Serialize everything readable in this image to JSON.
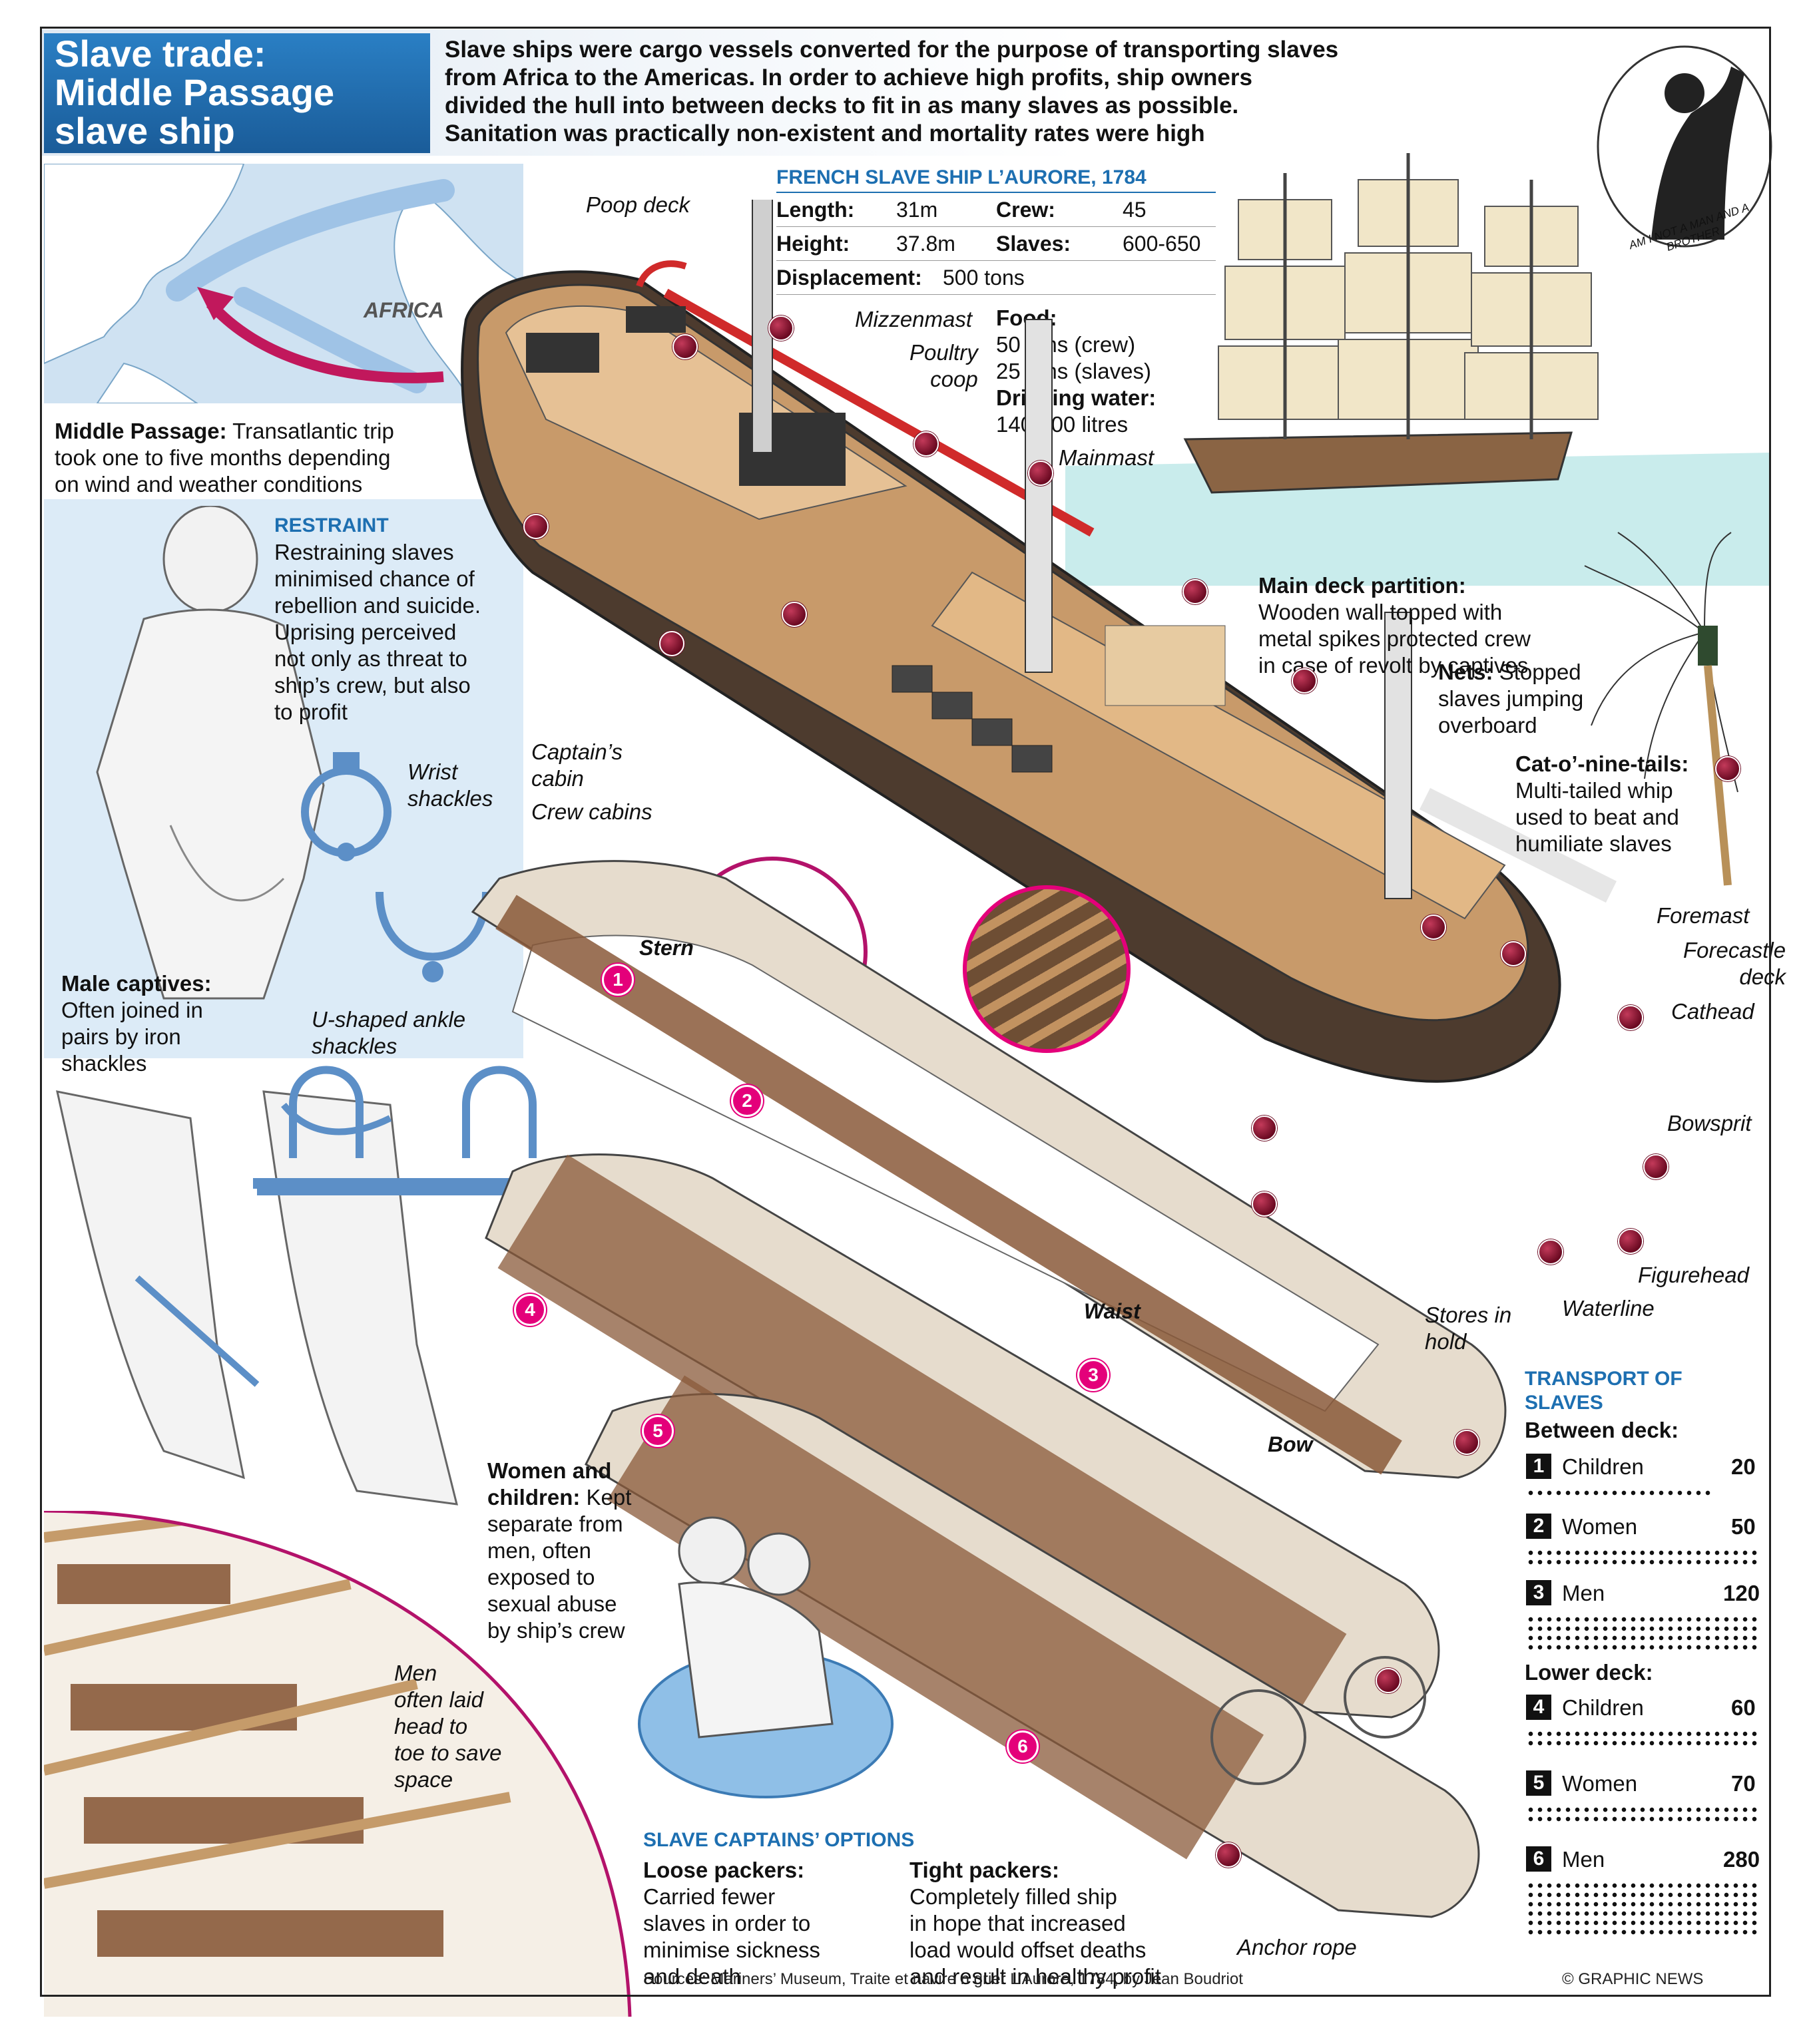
{
  "header": {
    "title_lines": [
      "Slave trade:",
      "Middle Passage",
      "slave ship"
    ],
    "intro_lines": [
      "Slave ships were cargo vessels converted for the purpose of transporting slaves",
      "from Africa to the Americas. In order to achieve high profits, ship owners",
      "divided the hull into between decks to fit in as many slaves as possible.",
      "Sanitation was practically non-existent and mortality rates were high"
    ]
  },
  "map": {
    "label": "AFRICA",
    "caption_title": "Middle Passage:",
    "caption_lines": [
      "Transatlantic trip",
      "took one to five months depending",
      "on wind and weather conditions"
    ]
  },
  "specs": {
    "heading": "FRENCH SLAVE SHIP L’AURORE, 1784",
    "length_label": "Length:",
    "length_value": "31m",
    "crew_label": "Crew:",
    "crew_value": "45",
    "height_label": "Height:",
    "height_value": "37.8m",
    "slaves_label": "Slaves:",
    "slaves_value": "600-650",
    "displacement_label": "Displacement:",
    "displacement_value": "500 tons",
    "food_label": "Food:",
    "food_lines": [
      "50 tons (crew)",
      "25 tons (slaves)"
    ],
    "water_label": "Drinking water:",
    "water_value": "140,000 litres"
  },
  "medallion_text": "AM I NOT A MAN AND A BROTHER",
  "restraint": {
    "heading": "RESTRAINT",
    "lines": [
      "Restraining slaves",
      "minimised chance of",
      "rebellion and suicide.",
      "Uprising perceived",
      "not only as threat to",
      "ship’s crew, but also",
      "to profit"
    ],
    "wrist_lines": [
      "Wrist",
      "shackles"
    ],
    "ankle_lines": [
      "U-shaped ankle",
      "shackles"
    ],
    "male_title": "Male captives:",
    "male_lines": [
      "Often joined in",
      "pairs by iron",
      "shackles"
    ]
  },
  "ship_labels": {
    "poop_deck": "Poop deck",
    "mizzenmast": "Mizzenmast",
    "poultry_lines": [
      "Poultry",
      "coop"
    ],
    "mainmast": "Mainmast",
    "captains_lines": [
      "Captain’s",
      "cabin"
    ],
    "crew_cabins": "Crew cabins",
    "foremast": "Foremast",
    "forecastle_lines": [
      "Forecastle",
      "deck"
    ],
    "cathead": "Cathead",
    "bowsprit": "Bowsprit",
    "figurehead": "Figurehead",
    "waterline": "Waterline",
    "stores_lines": [
      "Stores in",
      "hold"
    ],
    "anchor_rope": "Anchor rope"
  },
  "partition": {
    "title": "Main deck partition:",
    "lines": [
      "Wooden wall topped with",
      "metal spikes protected crew",
      "in case of revolt by captives"
    ]
  },
  "nets": {
    "title": "Nets:",
    "first": "Stopped",
    "lines": [
      "slaves jumping",
      "overboard"
    ]
  },
  "cat": {
    "title": "Cat-o’-nine-tails:",
    "lines": [
      "Multi-tailed whip",
      "used to beat and",
      "humiliate slaves"
    ]
  },
  "deck_labels": {
    "stern": "Stern",
    "waist": "Waist",
    "bow": "Bow"
  },
  "deck_numbers": [
    "1",
    "2",
    "3",
    "4",
    "5",
    "6"
  ],
  "women": {
    "title": "Women and",
    "title2": "children:",
    "first": "Kept",
    "lines": [
      "separate from",
      "men, often",
      "exposed to",
      "sexual abuse",
      "by ship’s crew"
    ]
  },
  "men_note_lines": [
    "Men",
    "often laid",
    "head to",
    "toe to save",
    "space"
  ],
  "options": {
    "heading": "SLAVE CAPTAINS’ OPTIONS",
    "loose_title": "Loose packers:",
    "loose_lines": [
      "Carried fewer",
      "slaves in order to",
      "minimise sickness",
      "and death"
    ],
    "tight_title": "Tight packers:",
    "tight_lines": [
      "Completely filled ship",
      "in hope that increased",
      "load would offset deaths",
      "and result in healthy profit"
    ]
  },
  "transport": {
    "heading_lines": [
      "TRANSPORT OF",
      "SLAVES"
    ],
    "between_label": "Between deck:",
    "lower_label": "Lower deck:",
    "rows": [
      {
        "num": "1",
        "label": "Children",
        "value": "20"
      },
      {
        "num": "2",
        "label": "Women",
        "value": "50"
      },
      {
        "num": "3",
        "label": "Men",
        "value": "120"
      },
      {
        "num": "4",
        "label": "Children",
        "value": "60"
      },
      {
        "num": "5",
        "label": "Women",
        "value": "70"
      },
      {
        "num": "6",
        "label": "Men",
        "value": "280"
      }
    ]
  },
  "footer": {
    "sources": "Sources: Mariners’ Museum, Traite et navire n  grier L’Aurore, 1784, by Jean Boudriot",
    "credit": "© GRAPHIC NEWS"
  }
}
